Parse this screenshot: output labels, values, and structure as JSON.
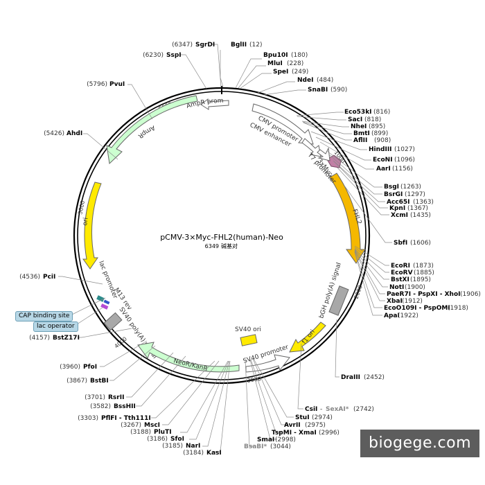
{
  "plasmid": {
    "name": "pCMV-3×Myc-FHL2(human)-Neo",
    "size": "6349",
    "unit": "碱基对"
  },
  "ticks": [
    "1000",
    "2000",
    "3000",
    "4000",
    "5000",
    "6000"
  ],
  "sites": [
    {
      "name": "BglII",
      "pos": "(12)"
    },
    {
      "name": "Bpu10I",
      "pos": "(180)"
    },
    {
      "name": "MluI",
      "pos": "(228)"
    },
    {
      "name": "SpeI",
      "pos": "(249)"
    },
    {
      "name": "NdeI",
      "pos": "(484)"
    },
    {
      "name": "SnaBI",
      "pos": "(590)"
    },
    {
      "name": "Eco53kI",
      "pos": "(816)"
    },
    {
      "name": "SacI",
      "pos": "(818)"
    },
    {
      "name": "NheI",
      "pos": "(895)"
    },
    {
      "name": "BmtI",
      "pos": "(899)"
    },
    {
      "name": "AflII",
      "pos": "(908)"
    },
    {
      "name": "HindIII",
      "pos": "(1027)"
    },
    {
      "name": "EcoNI",
      "pos": "(1096)"
    },
    {
      "name": "AarI",
      "pos": "(1156)"
    },
    {
      "name": "BsgI",
      "pos": "(1263)"
    },
    {
      "name": "BsrGI",
      "pos": "(1297)"
    },
    {
      "name": "Acc65I",
      "pos": "(1363)"
    },
    {
      "name": "KpnI",
      "pos": "(1367)"
    },
    {
      "name": "XcmI",
      "pos": "(1435)"
    },
    {
      "name": "SbfI",
      "pos": "(1606)"
    },
    {
      "name": "EcoRI",
      "pos": "(1873)"
    },
    {
      "name": "EcoRV",
      "pos": "(1885)"
    },
    {
      "name": "BstXI",
      "pos": "(1895)"
    },
    {
      "name": "NotI",
      "pos": "(1900)"
    },
    {
      "name": "PaeR7I - PspXI - XhoI",
      "pos": "(1906)"
    },
    {
      "name": "XbaI",
      "pos": "(1912)"
    },
    {
      "name": "EcoO109I - PspOMI",
      "pos": "(1918)"
    },
    {
      "name": "ApaI",
      "pos": "(1922)"
    },
    {
      "name": "DraIII",
      "pos": "(2452)"
    },
    {
      "name": "CsiI",
      "pos": "",
      "extra": "SexAI*",
      "extra_pos": "(2742)"
    },
    {
      "name": "StuI",
      "pos": "(2974)"
    },
    {
      "name": "AvrII",
      "pos": "(2975)"
    },
    {
      "name": "TspMI - XmaI",
      "pos": "(2996)"
    },
    {
      "name": "SmaI",
      "pos": "(2998)"
    },
    {
      "name": "BsaBI*",
      "pos": "(3044)"
    },
    {
      "name": "KasI",
      "pos": "(3184)"
    },
    {
      "name": "NarI",
      "pos": "(3185)"
    },
    {
      "name": "SfoI",
      "pos": "(3186)"
    },
    {
      "name": "PluTI",
      "pos": "(3188)"
    },
    {
      "name": "MscI",
      "pos": "(3267)"
    },
    {
      "name": "PflFI - Tth111I",
      "pos": "(3303)"
    },
    {
      "name": "BssHII",
      "pos": "(3582)"
    },
    {
      "name": "RsrII",
      "pos": "(3701)"
    },
    {
      "name": "BstBI",
      "pos": "(3867)"
    },
    {
      "name": "PfoI",
      "pos": "(3960)"
    },
    {
      "name": "BstZ17I",
      "pos": "(4157)"
    },
    {
      "name": "PciI",
      "pos": "(4536)"
    },
    {
      "name": "AhdI",
      "pos": "(5426)"
    },
    {
      "name": "PvuI",
      "pos": "(5796)"
    },
    {
      "name": "SspI",
      "pos": "(6230)"
    },
    {
      "name": "SgrDI",
      "pos": "(6347)"
    }
  ],
  "features": {
    "cmv_enhancer": "CMV enhancer",
    "cmv_promoter": "CMV promoter",
    "t7_promoter": "T7 promoter",
    "myc_tag": "3xMyc",
    "fhl2": "FHL2",
    "bgh_polya": "bGH poly(A) signal",
    "f1_ori": "f1 ori",
    "sv40_ori": "SV40 ori",
    "sv40_promoter": "SV40 promoter",
    "neor": "NeoR/KanR",
    "sv40_polya": "SV40 poly(A) signal",
    "m13_rev": "M13 rev",
    "lac_promoter": "lac promoter",
    "ori": "ori",
    "ampr": "AmpR",
    "ampr_promoter": "AmpR promoter"
  },
  "boxes": {
    "cap": "CAP binding site",
    "lac_operator": "lac operator"
  },
  "colors": {
    "backbone": "#000000",
    "fhl2": "#f5b800",
    "f1_ori": "#ffea00",
    "ori": "#ffea00",
    "ampr": "#ccffd0",
    "neor": "#ccffd0",
    "polya": "#a8a8a8",
    "promoter": "#ffffff",
    "myc": "#c07fa5",
    "lac_box": "#b7d7e6"
  },
  "watermark": "biogege.com"
}
